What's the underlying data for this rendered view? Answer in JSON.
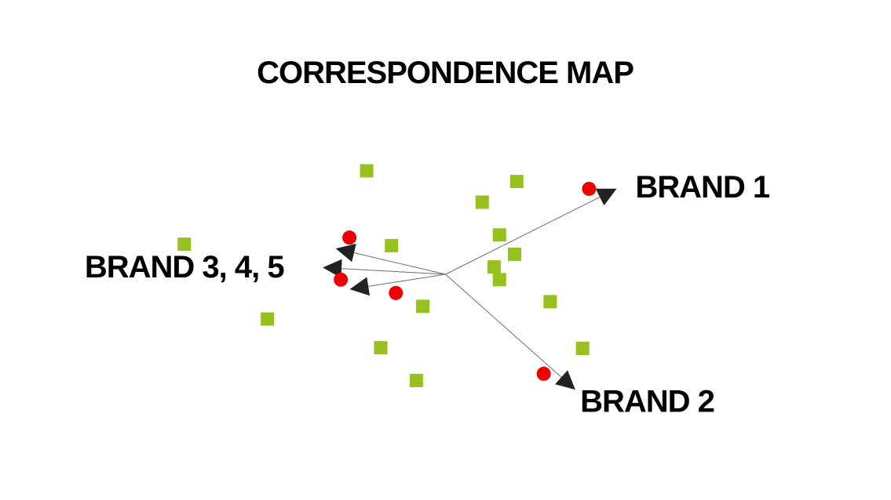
{
  "chart_data": {
    "type": "scatter",
    "title": "CORRESPONDENCE MAP",
    "xlabel": "",
    "ylabel": "",
    "xlim": [
      -3.4,
      3.4
    ],
    "ylim": [
      -2.7,
      2.7
    ],
    "grid": false,
    "legend": "none",
    "origin": [
      0,
      0
    ],
    "vectors": [
      {
        "label": "BRAND 1",
        "x": 1.57,
        "y": 1.27
      },
      {
        "label": "BRAND 2",
        "x": 1.19,
        "y": -1.71
      },
      {
        "label": "",
        "x": -1.0,
        "y": 0.38
      },
      {
        "label": "",
        "x": -1.12,
        "y": 0.1
      },
      {
        "label": "",
        "x": -0.87,
        "y": -0.22
      }
    ],
    "vector_group_labels": [
      {
        "text": "BRAND 3, 4, 5",
        "x": -2.42,
        "y": 0.12
      }
    ],
    "series": [
      {
        "marker": "circle",
        "color": "#ee0000",
        "points": [
          {
            "x": 1.33,
            "y": 1.28
          },
          {
            "x": -0.89,
            "y": 0.55
          },
          {
            "x": -0.97,
            "y": -0.08
          },
          {
            "x": -0.46,
            "y": -0.28
          },
          {
            "x": 0.91,
            "y": -1.49
          }
        ]
      },
      {
        "marker": "square",
        "color": "#96c11f",
        "points": [
          {
            "x": -0.73,
            "y": 1.55
          },
          {
            "x": 0.66,
            "y": 1.39
          },
          {
            "x": 0.34,
            "y": 1.08
          },
          {
            "x": 0.5,
            "y": 0.59
          },
          {
            "x": -0.5,
            "y": 0.43
          },
          {
            "x": -2.42,
            "y": 0.45
          },
          {
            "x": 0.64,
            "y": 0.3
          },
          {
            "x": 0.45,
            "y": 0.11
          },
          {
            "x": 0.5,
            "y": -0.08
          },
          {
            "x": 0.97,
            "y": -0.41
          },
          {
            "x": -0.21,
            "y": -0.48
          },
          {
            "x": -1.65,
            "y": -0.67
          },
          {
            "x": -0.6,
            "y": -1.1
          },
          {
            "x": 1.27,
            "y": -1.11
          },
          {
            "x": -0.27,
            "y": -1.59
          }
        ]
      }
    ]
  }
}
